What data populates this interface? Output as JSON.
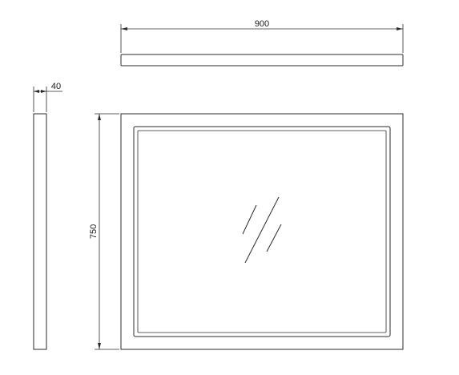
{
  "dimensions": {
    "width": "900",
    "depth": "40",
    "height": "750"
  },
  "views": {
    "top": "top-view",
    "side": "side-view",
    "front": "front-view"
  }
}
